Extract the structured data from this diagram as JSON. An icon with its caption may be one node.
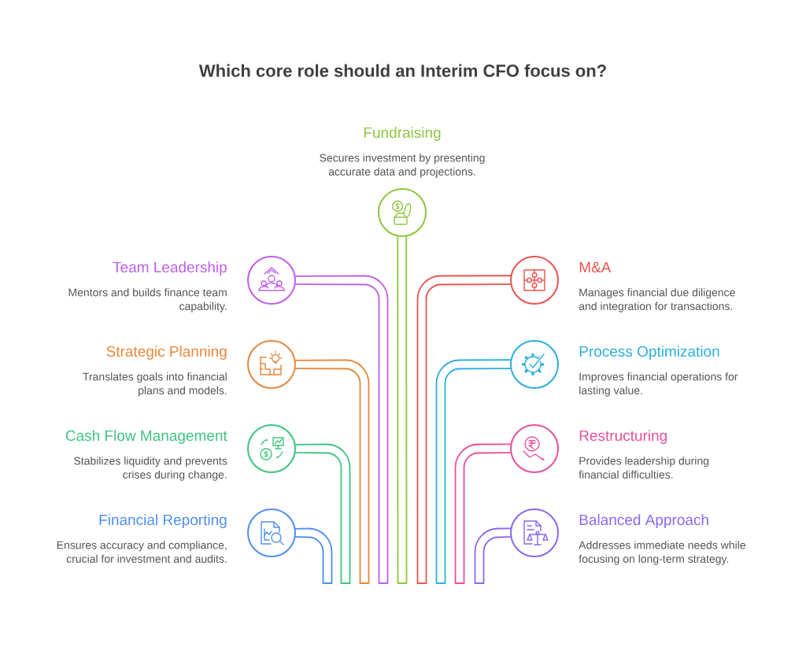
{
  "diagram": {
    "title": "Which core role should an Interim CFO focus on?",
    "nodes": [
      {
        "text": [
          "Fundraising",
          "Secures investment by presenting accurate data and projections."
        ]
      },
      {
        "text": [
          "Team Leadership",
          "Mentors and builds finance team capability."
        ]
      },
      {
        "text": [
          "M&A",
          "Manages financial due diligence and integration for transactions."
        ]
      },
      {
        "text": [
          "Strategic Planning",
          "Translates goals into financial plans and models."
        ]
      },
      {
        "text": [
          "Process Optimization",
          "Improves financial operations for lasting value."
        ]
      },
      {
        "text": [
          "Cash Flow Management",
          "Stabilizes liquidity and prevents crises during change."
        ]
      },
      {
        "text": [
          "Restructuring",
          "Provides leadership during financial difficulties."
        ]
      },
      {
        "text": [
          "Financial Reporting",
          "Ensures accuracy and compliance, crucial for investment and audits."
        ]
      },
      {
        "text": [
          "Balanced Approach",
          "Addresses immediate needs while focusing on long-term strategy."
        ]
      }
    ],
    "edges": [
      {
        "from": 0,
        "to": null,
        "arrow": "none",
        "color": "#8dc63f"
      },
      {
        "from": 1,
        "to": null,
        "arrow": "none",
        "color": "#bf5fe8"
      },
      {
        "from": 2,
        "to": null,
        "arrow": "none",
        "color": "#e8554e"
      },
      {
        "from": 3,
        "to": null,
        "arrow": "none",
        "color": "#e8863a"
      },
      {
        "from": 4,
        "to": null,
        "arrow": "none",
        "color": "#2baee0"
      },
      {
        "from": 5,
        "to": null,
        "arrow": "none",
        "color": "#3dc47e"
      },
      {
        "from": 6,
        "to": null,
        "arrow": "none",
        "color": "#e6509c"
      },
      {
        "from": 7,
        "to": null,
        "arrow": "none",
        "color": "#4f8ef0"
      },
      {
        "from": 8,
        "to": null,
        "arrow": "none",
        "color": "#8b67ee"
      }
    ]
  }
}
